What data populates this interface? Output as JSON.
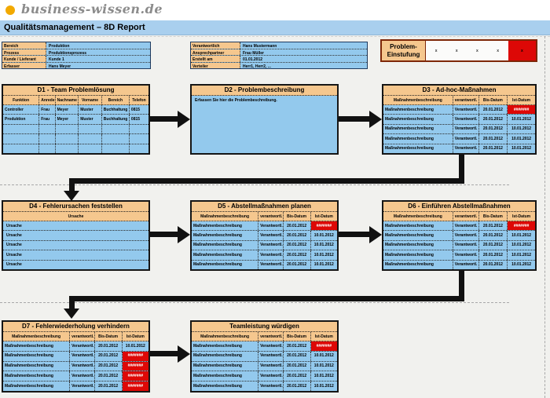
{
  "colors": {
    "header_orange": "#F5C78E",
    "cell_blue": "#93C9ED",
    "alert_red": "#DD0806",
    "title_bar_blue": "#A9CFEE",
    "logo_dot_orange": "#F2A900"
  },
  "logo": {
    "brand": "business-wissen.de"
  },
  "title_bar": {
    "title": "Qualitätsmanagement – 8D Report"
  },
  "info_left": {
    "rows": [
      {
        "label": "Bereich",
        "value": "Produktion"
      },
      {
        "label": "Prozess",
        "value": "Produktionsprozess"
      },
      {
        "label": "Kunde / Lieferant",
        "value": "Kunde 1"
      },
      {
        "label": "Erfasser",
        "value": "Hans Meyer"
      }
    ]
  },
  "info_right": {
    "rows": [
      {
        "label": "Verantwortlich",
        "value": "Hans Mustermann"
      },
      {
        "label": "Ansprechpartner",
        "value": "Frau Müller"
      },
      {
        "label": "Erstellt am",
        "value": "01.01.2012"
      },
      {
        "label": "Verteiler",
        "value": "Herr1, Herr2, ..."
      }
    ]
  },
  "problem_rating": {
    "label_line1": "Problem-",
    "label_line2": "Einstufung",
    "cells": [
      {
        "mark": "x",
        "selected": false
      },
      {
        "mark": "x",
        "selected": false
      },
      {
        "mark": "x",
        "selected": false
      },
      {
        "mark": "x",
        "selected": false
      },
      {
        "mark": "x",
        "selected": true
      }
    ]
  },
  "d1": {
    "title": "D1 - Team Problemlösung",
    "columns": [
      "Funktion",
      "Anrede",
      "Nachname",
      "Vorname",
      "Bereich",
      "Telefon"
    ],
    "rows": [
      [
        "Controller",
        "Frau",
        "Meyer",
        "Muster",
        "Buchhaltung",
        "0815"
      ],
      [
        "Produktion",
        "Frau",
        "Meyer",
        "Muster",
        "Buchhaltung",
        "0815"
      ],
      [
        "",
        "",
        "",
        "",
        "",
        ""
      ],
      [
        "",
        "",
        "",
        "",
        "",
        ""
      ],
      [
        "",
        "",
        "",
        "",
        "",
        ""
      ]
    ]
  },
  "d2": {
    "title": "D2 - Problembeschreibung",
    "body": "Erfassen Sie hier die Problembeschreibung."
  },
  "d3": {
    "title": "D3 - Ad-hoc-Maßnahmen",
    "columns": [
      "Maßnahmenbeschreibung",
      "verantwortl.",
      "Bis-Datum",
      "Ist-Datum"
    ],
    "rows": [
      {
        "desc": "Maßnahmenbeschreibung",
        "resp": "Verantwortl.",
        "due": "20.01.2012",
        "actual": "#######",
        "alert": true
      },
      {
        "desc": "Maßnahmenbeschreibung",
        "resp": "Verantwortl.",
        "due": "20.01.2012",
        "actual": "10.01.2012",
        "alert": false
      },
      {
        "desc": "Maßnahmenbeschreibung",
        "resp": "Verantwortl.",
        "due": "20.01.2012",
        "actual": "10.01.2012",
        "alert": false
      },
      {
        "desc": "Maßnahmenbeschreibung",
        "resp": "Verantwortl.",
        "due": "20.01.2012",
        "actual": "10.01.2012",
        "alert": false
      },
      {
        "desc": "Maßnahmenbeschreibung",
        "resp": "Verantwortl.",
        "due": "20.01.2012",
        "actual": "10.01.2012",
        "alert": false
      }
    ]
  },
  "d4": {
    "title": "D4 - Fehlerursachen feststellen",
    "column": "Ursache",
    "rows": [
      "Ursache",
      "Ursache",
      "Ursache",
      "Ursache",
      "Ursache"
    ]
  },
  "d5": {
    "title": "D5 - Abstellmaßnahmen planen",
    "columns": [
      "Maßnahmenbeschreibung",
      "verantwortl.",
      "Bis-Datum",
      "Ist-Datum"
    ],
    "rows": [
      {
        "desc": "Maßnahmenbeschreibung",
        "resp": "Verantwortl.",
        "due": "20.01.2012",
        "actual": "#######",
        "alert": true
      },
      {
        "desc": "Maßnahmenbeschreibung",
        "resp": "Verantwortl.",
        "due": "20.01.2012",
        "actual": "10.01.2012",
        "alert": false
      },
      {
        "desc": "Maßnahmenbeschreibung",
        "resp": "Verantwortl.",
        "due": "20.01.2012",
        "actual": "10.01.2012",
        "alert": false
      },
      {
        "desc": "Maßnahmenbeschreibung",
        "resp": "Verantwortl.",
        "due": "20.01.2012",
        "actual": "10.01.2012",
        "alert": false
      },
      {
        "desc": "Maßnahmenbeschreibung",
        "resp": "Verantwortl.",
        "due": "20.01.2012",
        "actual": "10.01.2012",
        "alert": false
      }
    ]
  },
  "d6": {
    "title": "D6 - Einführen Abstellmaßnahmen",
    "columns": [
      "Maßnahmenbeschreibung",
      "verantwortl.",
      "Bis-Datum",
      "Ist-Datum"
    ],
    "rows": [
      {
        "desc": "Maßnahmenbeschreibung",
        "resp": "Verantwortl.",
        "due": "20.01.2012",
        "actual": "#######",
        "alert": true
      },
      {
        "desc": "Maßnahmenbeschreibung",
        "resp": "Verantwortl.",
        "due": "20.01.2012",
        "actual": "10.01.2012",
        "alert": false
      },
      {
        "desc": "Maßnahmenbeschreibung",
        "resp": "Verantwortl.",
        "due": "20.01.2012",
        "actual": "10.01.2012",
        "alert": false
      },
      {
        "desc": "Maßnahmenbeschreibung",
        "resp": "Verantwortl.",
        "due": "20.01.2012",
        "actual": "10.01.2012",
        "alert": false
      },
      {
        "desc": "Maßnahmenbeschreibung",
        "resp": "Verantwortl.",
        "due": "20.01.2012",
        "actual": "10.01.2012",
        "alert": false
      }
    ]
  },
  "d7": {
    "title": "D7 - Fehlerwiederholung verhindern",
    "columns": [
      "Maßnahmenbeschreibung",
      "verantwortl.",
      "Bis-Datum",
      "Ist-Datum"
    ],
    "rows": [
      {
        "desc": "Maßnahmenbeschreibung",
        "resp": "Verantwortl.",
        "due": "20.01.2012",
        "actual": "10.01.2012",
        "alert": false
      },
      {
        "desc": "Maßnahmenbeschreibung",
        "resp": "Verantwortl.",
        "due": "20.01.2012",
        "actual": "#######",
        "alert": true
      },
      {
        "desc": "Maßnahmenbeschreibung",
        "resp": "Verantwortl.",
        "due": "20.01.2012",
        "actual": "#######",
        "alert": true
      },
      {
        "desc": "Maßnahmenbeschreibung",
        "resp": "Verantwortl.",
        "due": "20.01.2012",
        "actual": "#######",
        "alert": true
      },
      {
        "desc": "Maßnahmenbeschreibung",
        "resp": "Verantwortl.",
        "due": "20.01.2012",
        "actual": "#######",
        "alert": true
      }
    ]
  },
  "d8": {
    "title": "Teamleistung würdigen",
    "columns": [
      "Maßnahmenbeschreibung",
      "verantwortl.",
      "Bis-Datum",
      "Ist-Datum"
    ],
    "rows": [
      {
        "desc": "Maßnahmenbeschreibung",
        "resp": "Verantwortl.",
        "due": "20.01.2012",
        "actual": "#######",
        "alert": true
      },
      {
        "desc": "Maßnahmenbeschreibung",
        "resp": "Verantwortl.",
        "due": "20.01.2012",
        "actual": "10.01.2012",
        "alert": false
      },
      {
        "desc": "Maßnahmenbeschreibung",
        "resp": "Verantwortl.",
        "due": "20.01.2012",
        "actual": "10.01.2012",
        "alert": false
      },
      {
        "desc": "Maßnahmenbeschreibung",
        "resp": "Verantwortl.",
        "due": "20.01.2012",
        "actual": "10.01.2012",
        "alert": false
      },
      {
        "desc": "Maßnahmenbeschreibung",
        "resp": "Verantwortl.",
        "due": "20.01.2012",
        "actual": "10.01.2012",
        "alert": false
      }
    ]
  }
}
